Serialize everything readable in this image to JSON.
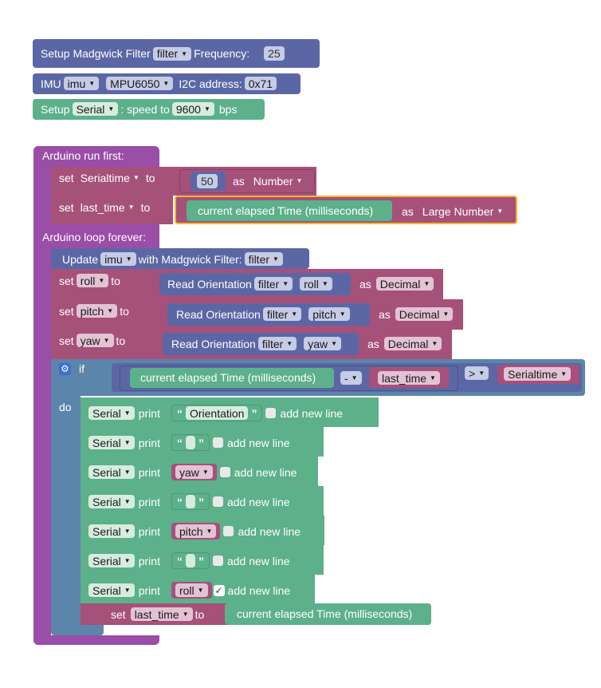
{
  "setup": {
    "madgwick": {
      "prefix": "Setup Madgwick Filter",
      "filter": "filter",
      "freq_label": "Frequency:",
      "freq": "25"
    },
    "imu": {
      "prefix": "IMU",
      "name": "imu",
      "model": "MPU6050",
      "addr_label": "I2C address:",
      "addr": "0x71"
    },
    "serial": {
      "prefix": "Setup",
      "port": "Serial",
      "speed_label": ": speed to",
      "baud": "9600",
      "suffix": "bps"
    }
  },
  "run_first": {
    "label": "Arduino run first:",
    "set1": {
      "set": "set",
      "var": "Serialtime",
      "to": "to",
      "value": "50",
      "as": "as",
      "type": "Number"
    },
    "set2": {
      "set": "set",
      "var": "last_time",
      "to": "to",
      "value": "current elapsed Time (milliseconds)",
      "as": "as",
      "type": "Large Number"
    }
  },
  "loop": {
    "label": "Arduino loop forever:",
    "update": {
      "prefix": "Update",
      "imu": "imu",
      "mid": "with Madgwick Filter:",
      "filter": "filter"
    },
    "roll": {
      "set": "set",
      "var": "roll",
      "to": "to",
      "read": "Read Orientation",
      "filter": "filter",
      "axis": "roll",
      "as": "as",
      "type": "Decimal"
    },
    "pitch": {
      "set": "set",
      "var": "pitch",
      "to": "to",
      "read": "Read Orientation",
      "filter": "filter",
      "axis": "pitch",
      "as": "as",
      "type": "Decimal"
    },
    "yaw": {
      "set": "set",
      "var": "yaw",
      "to": "to",
      "read": "Read Orientation",
      "filter": "filter",
      "axis": "yaw",
      "as": "as",
      "type": "Decimal"
    },
    "if": {
      "if": "if",
      "do": "do",
      "time": "current elapsed Time (milliseconds)",
      "minus": "-",
      "last": "last_time",
      "cmp": ">",
      "serialtime": "Serialtime"
    },
    "prints": [
      {
        "port": "Serial",
        "print": "print",
        "value": "Orientation",
        "kind": "string",
        "newline": "add new line"
      },
      {
        "port": "Serial",
        "print": "print",
        "value": "",
        "kind": "string",
        "newline": "add new line"
      },
      {
        "port": "Serial",
        "print": "print",
        "value": "yaw",
        "kind": "var",
        "newline": "add new line"
      },
      {
        "port": "Serial",
        "print": "print",
        "value": "",
        "kind": "string",
        "newline": "add new line"
      },
      {
        "port": "Serial",
        "print": "print",
        "value": "pitch",
        "kind": "var",
        "newline": "add new line"
      },
      {
        "port": "Serial",
        "print": "print",
        "value": "",
        "kind": "string",
        "newline": "add new line"
      },
      {
        "port": "Serial",
        "print": "print",
        "value": "roll",
        "kind": "var",
        "newline": "add new line",
        "checked": true
      }
    ],
    "final_set": {
      "set": "set",
      "var": "last_time",
      "to": "to",
      "value": "current elapsed Time (milliseconds)"
    }
  },
  "glyphs": {
    "arrow": "▼",
    "ql": "“",
    "qr": "”",
    "check": "✓",
    "gear": "⚙"
  }
}
